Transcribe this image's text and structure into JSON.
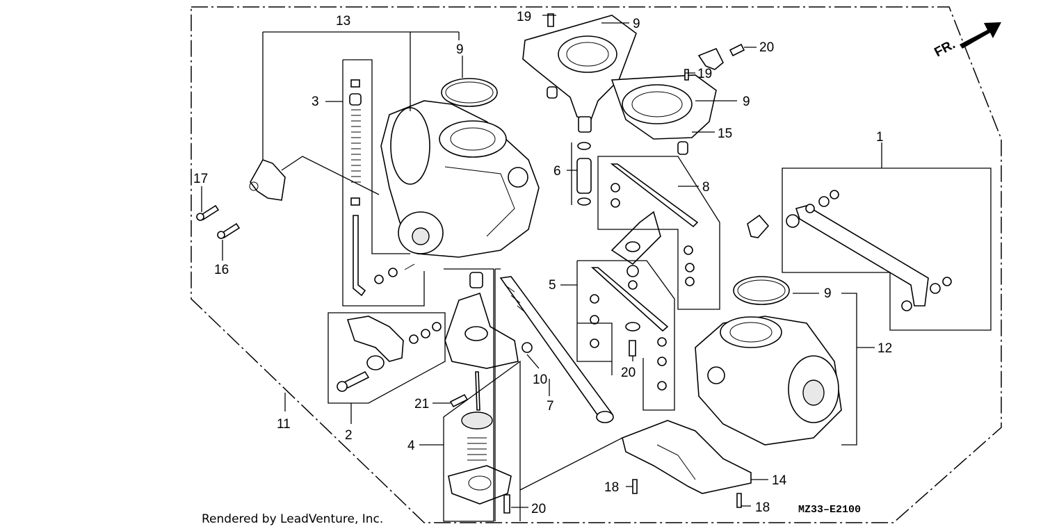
{
  "credit": "Rendered by LeadVenture, Inc.",
  "diagram_code": "MZ33–E2100",
  "direction_marker": "FR.",
  "callouts": {
    "c1": "1",
    "c2": "2",
    "c3": "3",
    "c4": "4",
    "c5": "5",
    "c6": "6",
    "c7": "7",
    "c8": "8",
    "c9a": "9",
    "c9b": "9",
    "c9c": "9",
    "c9d": "9",
    "c10": "10",
    "c11": "11",
    "c12": "12",
    "c13": "13",
    "c14": "14",
    "c15": "15",
    "c16": "16",
    "c17": "17",
    "c18a": "18",
    "c18b": "18",
    "c19a": "19",
    "c19b": "19",
    "c20a": "20",
    "c20b": "20",
    "c20c": "20",
    "c21": "21"
  }
}
